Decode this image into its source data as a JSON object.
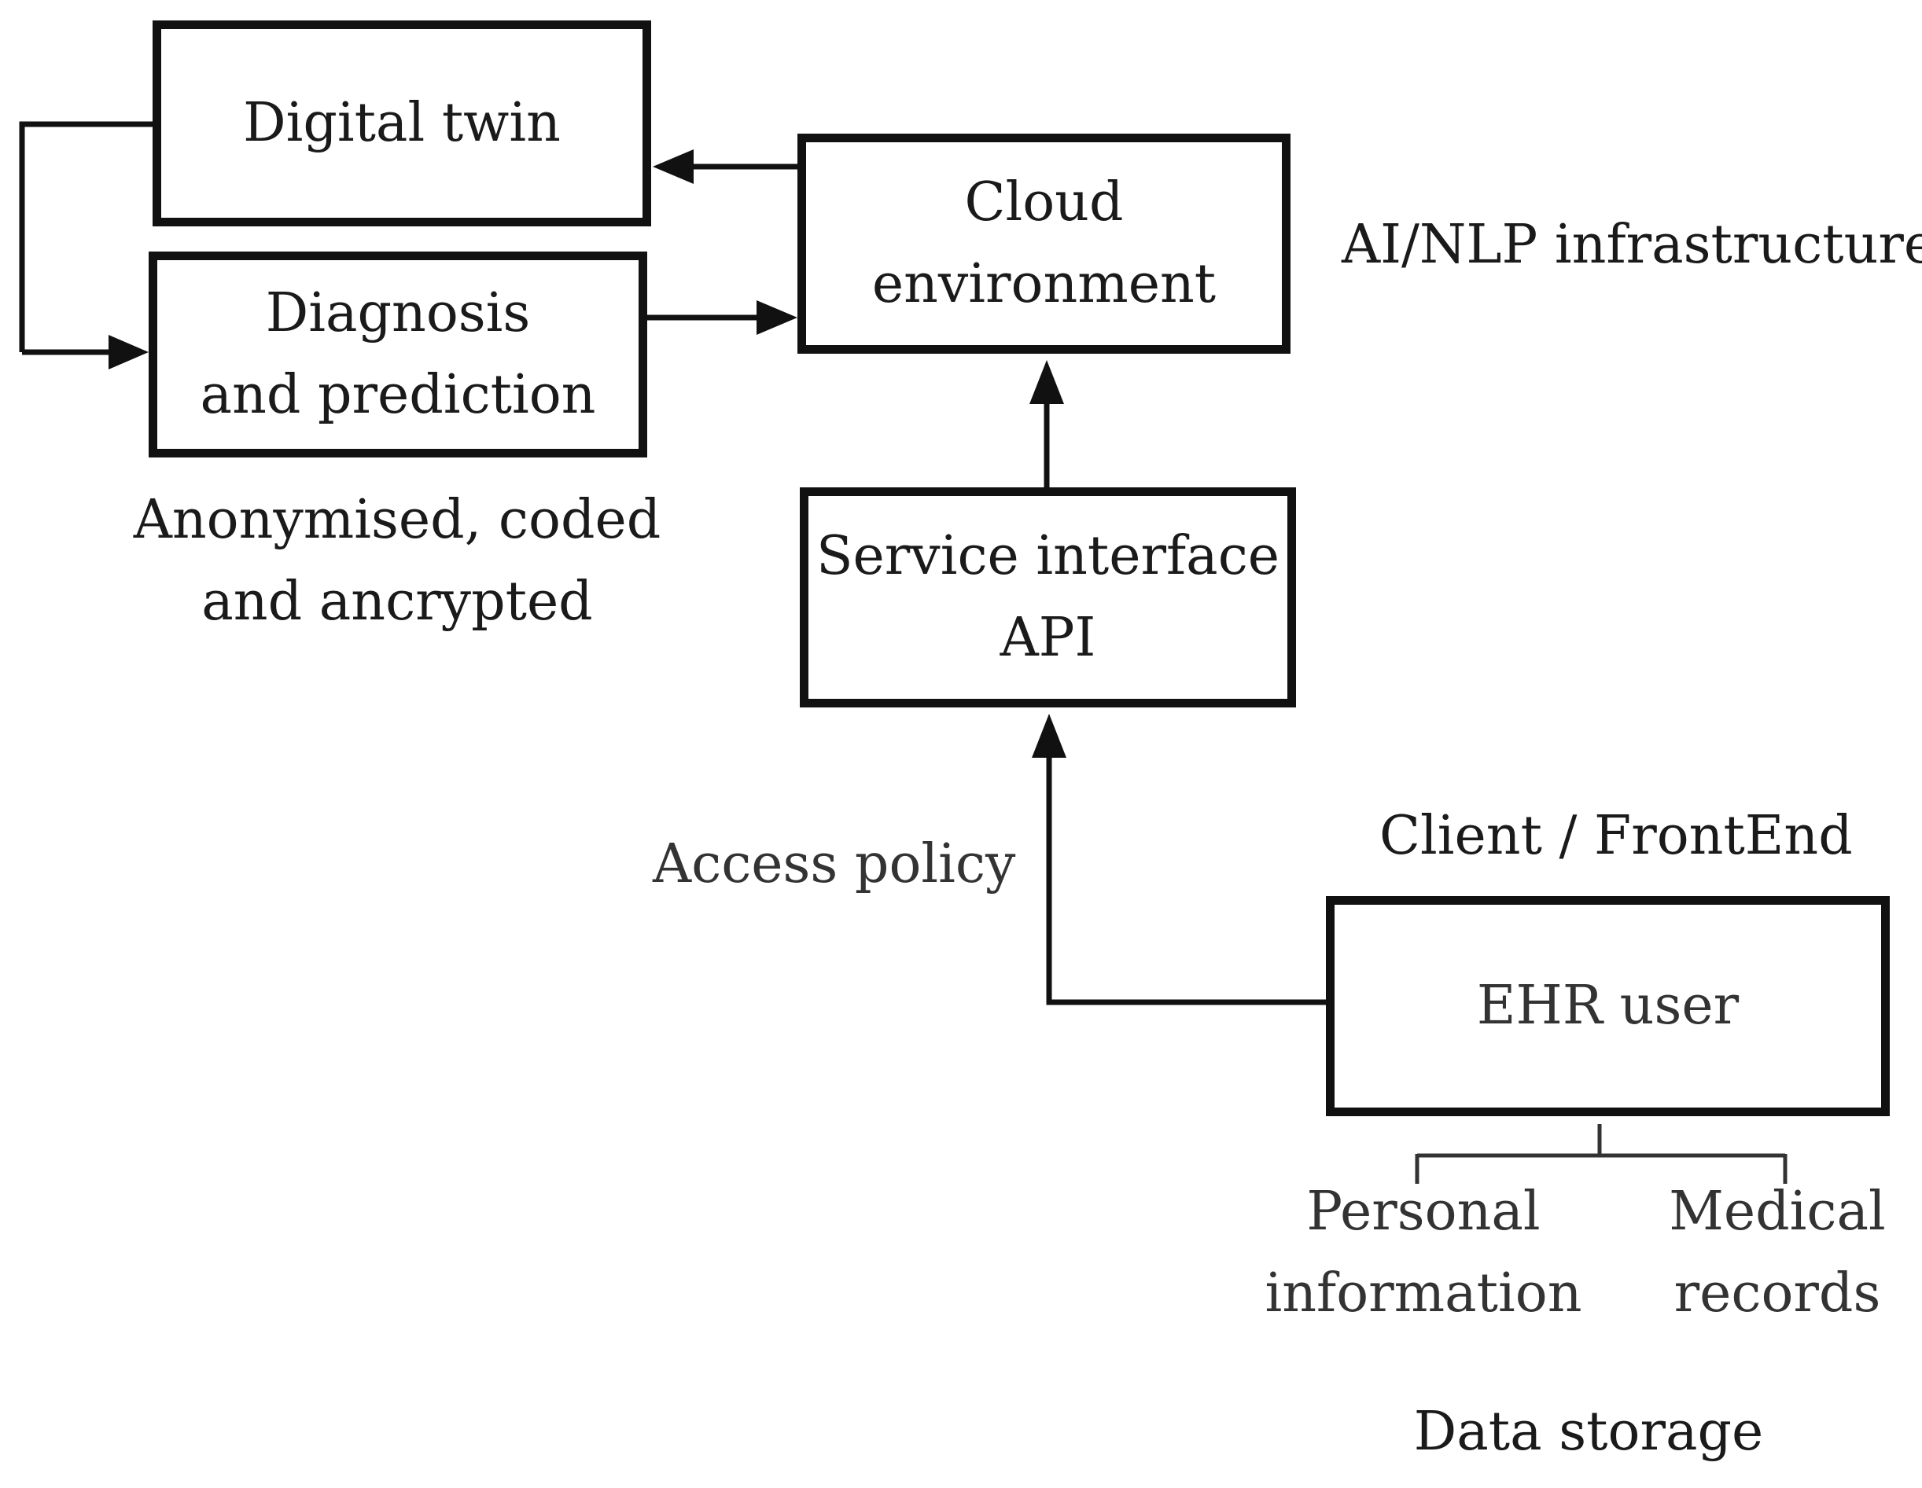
{
  "boxes": {
    "digital_twin": "Digital twin",
    "diagnosis": [
      "Diagnosis",
      "and prediction"
    ],
    "cloud": [
      "Cloud",
      "environment"
    ],
    "service": [
      "Service interface",
      "API"
    ],
    "ehr": "EHR user"
  },
  "labels": {
    "ai_nlp": "AI/NLP infrastructure",
    "anonymised": [
      "Anonymised, coded",
      "and ancrypted"
    ],
    "access_policy": "Access policy",
    "client": "Client / FrontEnd",
    "personal": [
      "Personal",
      "information"
    ],
    "medical": [
      "Medical",
      "records"
    ],
    "data_storage": "Data storage"
  }
}
